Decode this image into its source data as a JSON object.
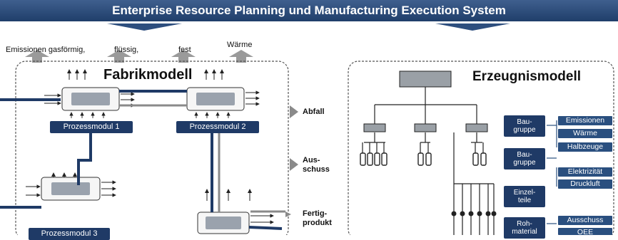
{
  "banner": {
    "title": "Enterprise Resource Planning und Manufacturing Execution System"
  },
  "emissions": {
    "gas": "Emissionen gasförmig,",
    "liquid": "flüssig,",
    "solid": "fest",
    "heat": "Wärme"
  },
  "factory": {
    "title": "Fabrikmodell",
    "modules": [
      "Prozessmodul 1",
      "Prozessmodul 2",
      "Prozessmodul 3"
    ]
  },
  "outputs": {
    "waste": "Abfall",
    "reject": "Aus-\nschuss",
    "product": "Fertig-\nprodukt"
  },
  "product_model": {
    "title": "Erzeugnismodell",
    "parts": [
      "Bau-\ngruppe",
      "Bau-\ngruppe",
      "Einzel-\nteile",
      "Roh-\nmaterial"
    ],
    "resources": [
      "Emissionen",
      "Wärme",
      "Halbzeuge",
      "Elektrizität",
      "Druckluft",
      "Ausschuss",
      "OEE"
    ]
  },
  "colors": {
    "banner": "#2d4e7e",
    "module": "#1f3a66",
    "flow": "#1f3a66",
    "arrow_gray": "#8a8a8a"
  }
}
